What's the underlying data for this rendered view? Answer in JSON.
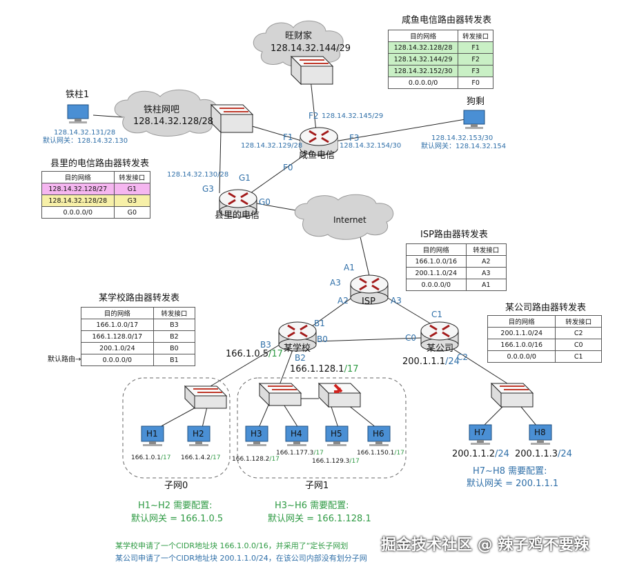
{
  "clouds": {
    "wangcaijia": {
      "name": "旺财家",
      "net": "128.14.32.144/29"
    },
    "tiezhu_bar": {
      "name": "铁柱网吧",
      "net": "128.14.32.128/28"
    },
    "internet": {
      "name": "Internet"
    }
  },
  "hosts": {
    "tiezhu1": {
      "name": "铁柱1",
      "ip": "128.14.32.131/28",
      "gateway": "默认网关：128.14.32.130"
    },
    "gousheng": {
      "name": "狗剩",
      "ip": "128.14.32.153/30",
      "gateway": "默认网关：128.14.32.154"
    },
    "h1": {
      "name": "H1",
      "ip": "166.1.0.1",
      "prefix": "/17"
    },
    "h2": {
      "name": "H2",
      "ip": "166.1.4.2",
      "prefix": "/17"
    },
    "h3": {
      "name": "H3",
      "ip": "166.1.128.2",
      "prefix": "/17"
    },
    "h4": {
      "name": "H4",
      "ip": "166.1.177.3",
      "prefix": "/17"
    },
    "h5": {
      "name": "H5",
      "ip": "166.1.129.3",
      "prefix": "/17"
    },
    "h6": {
      "name": "H6",
      "ip": "166.1.150.1",
      "prefix": "/17"
    },
    "h7": {
      "name": "H7",
      "ip": "200.1.1.2",
      "prefix": "/24"
    },
    "h8": {
      "name": "H8",
      "ip": "200.1.1.3",
      "prefix": "/24"
    }
  },
  "routers": {
    "xianyu": {
      "name": "咸鱼电信"
    },
    "county": {
      "name": "县里的电信"
    },
    "isp": {
      "name": "ISP"
    },
    "school": {
      "name": "某学校"
    },
    "company": {
      "name": "某公司"
    }
  },
  "ports": {
    "f1": "F1",
    "f2": "F2",
    "f3": "F3",
    "f0": "F0",
    "g1": "G1",
    "g3": "G3",
    "g0": "G0",
    "a1": "A1",
    "a2": "A2",
    "a3": "A3",
    "a3b": "A3",
    "b1": "B1",
    "b0": "B0",
    "b3": "B3",
    "b2": "B2",
    "c1": "C1",
    "c0": "C0",
    "c2": "C2"
  },
  "port_ips": {
    "f2": "128.14.32.145/29",
    "f1": "128.14.32.129/28",
    "f3": "128.14.32.154/30",
    "g3": "128.14.32.130/28",
    "b3_ip": "166.1.0.5",
    "b3_prefix": "/17",
    "b2_ip": "166.1.128.1",
    "b2_prefix": "/17",
    "c2_ip": "200.1.1.1",
    "c2_prefix": "/24"
  },
  "tables": {
    "xianyu": {
      "title": "咸鱼电信路由器转发表",
      "headers": [
        "目的网络",
        "转发接口"
      ],
      "rows": [
        [
          "128.14.32.128/28",
          "F1"
        ],
        [
          "128.14.32.144/29",
          "F2"
        ],
        [
          "128.14.32.152/30",
          "F3"
        ],
        [
          "0.0.0.0/0",
          "F0"
        ]
      ]
    },
    "county": {
      "title": "县里的电信路由器转发表",
      "headers": [
        "目的网络",
        "转发接口"
      ],
      "rows": [
        [
          "128.14.32.128/27",
          "G1"
        ],
        [
          "128.14.32.128/28",
          "G3"
        ],
        [
          "0.0.0.0/0",
          "G0"
        ]
      ]
    },
    "isp": {
      "title": "ISP路由器转发表",
      "headers": [
        "目的网络",
        "转发接口"
      ],
      "rows": [
        [
          "166.1.0.0/16",
          "A2"
        ],
        [
          "200.1.1.0/24",
          "A3"
        ],
        [
          "0.0.0.0/0",
          "A1"
        ]
      ]
    },
    "school": {
      "title": "某学校路由器转发表",
      "headers": [
        "目的网络",
        "转发接口"
      ],
      "rows": [
        [
          "166.1.0.0/17",
          "B3"
        ],
        [
          "166.1.128.0/17",
          "B2"
        ],
        [
          "200.1.0/24",
          "B0"
        ],
        [
          "0.0.0.0/0",
          "B1"
        ]
      ],
      "default_label": "默认路由→"
    },
    "company": {
      "title": "某公司路由器转发表",
      "headers": [
        "目的网络",
        "转发接口"
      ],
      "rows": [
        [
          "200.1.1.0/24",
          "C2"
        ],
        [
          "166.1.0.0/16",
          "C0"
        ],
        [
          "0.0.0.0/0",
          "C1"
        ]
      ]
    }
  },
  "subnets": {
    "subnet0": "子网0",
    "subnet1": "子网1"
  },
  "notes": {
    "h1h2_title": "H1~H2 需要配置:",
    "h1h2_gw": "默认网关 = 166.1.0.5",
    "h3h6_title": "H3~H6 需要配置:",
    "h3h6_gw": "默认网关 = 166.1.128.1",
    "h7h8_title": "H7~H8 需要配置:",
    "h7h8_gw": "默认网关 = 200.1.1.1"
  },
  "footer": {
    "line1": "某学校申请了一个CIDR地址块 166.1.0.0/16，并采用了“定长子网划",
    "line2": "某公司申请了一个CIDR地址块 200.1.1.0/24，在该公司内部没有划分子网",
    "watermark": "掘金技术社区 @ 辣子鸡不要辣"
  },
  "colors": {
    "blue": "#2f6fa8",
    "green": "#2e9a43",
    "table_green": "#c9f0c5",
    "table_pink": "#f5b6f0",
    "table_yellow": "#f7f0a8"
  }
}
